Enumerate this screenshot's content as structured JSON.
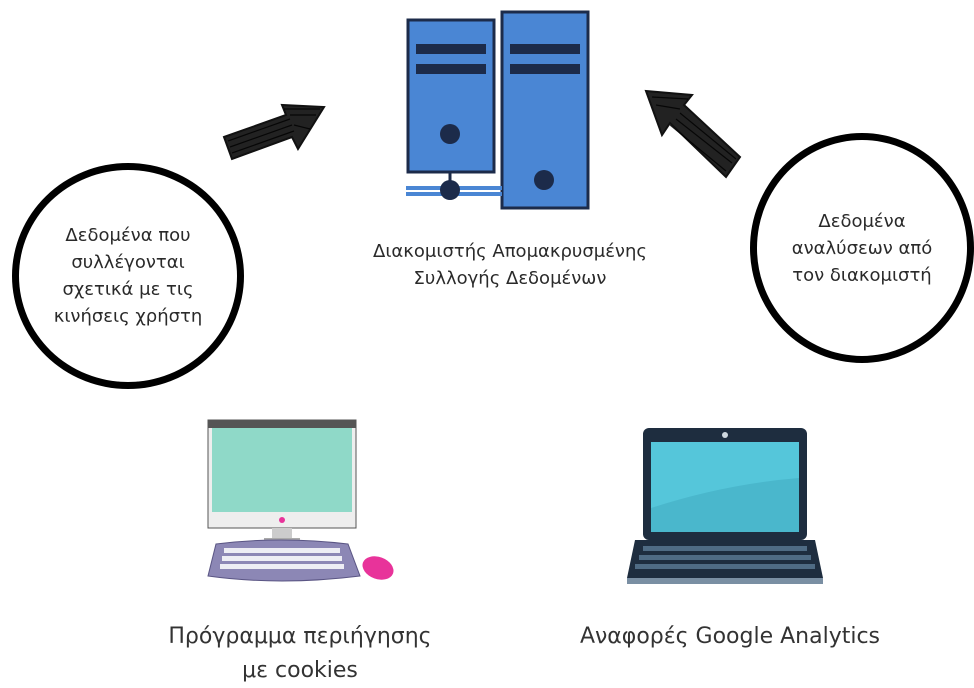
{
  "server": {
    "label": "Διακομιστής Απομακρυσμένης\nΣυλλογής Δεδομένων"
  },
  "left_bubble": {
    "text": "Δεδομένα που\nσυλλέγονται\nσχετικά με τις\nκινήσεις χρήστη"
  },
  "right_bubble": {
    "text": "Δεδομένα\nαναλύσεων από\nτον διακομιστή"
  },
  "desktop": {
    "caption": "Πρόγραμμα περιήγησης\nμε cookies"
  },
  "laptop": {
    "caption": "Αναφορές Google Analytics"
  },
  "colors": {
    "server_blue": "#4a86d4",
    "server_dark": "#1c2b4a",
    "desktop_screen": "#8fd9c8",
    "desktop_keyboard": "#8c87b5",
    "mouse_pink": "#e8339a",
    "laptop_screen": "#55c6da",
    "laptop_body": "#1e2d3f"
  }
}
